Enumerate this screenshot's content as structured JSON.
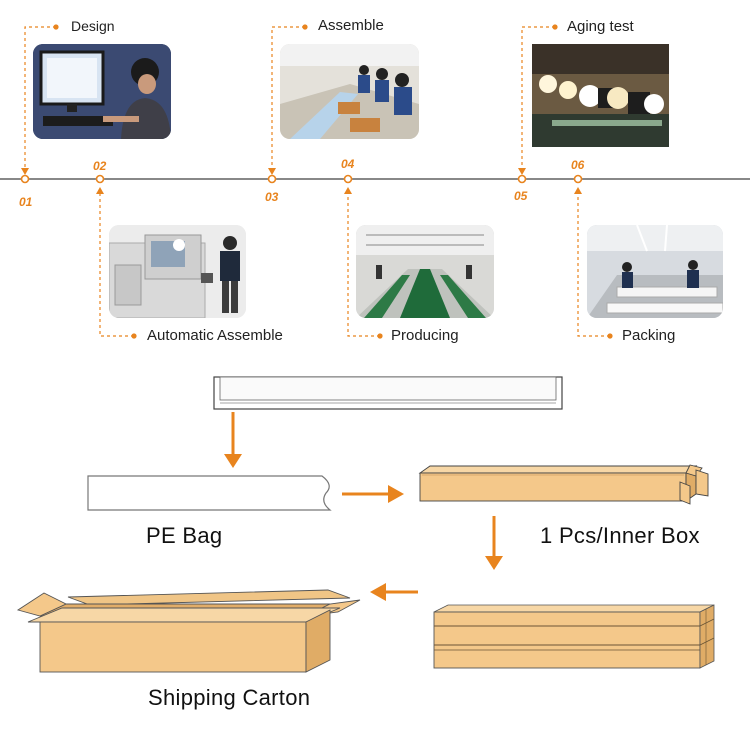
{
  "steps": [
    {
      "number": "01",
      "label": "Design"
    },
    {
      "number": "02",
      "label": "Automatic Assemble"
    },
    {
      "number": "03",
      "label": "Assemble"
    },
    {
      "number": "04",
      "label": "Producing"
    },
    {
      "number": "05",
      "label": "Aging test"
    },
    {
      "number": "06",
      "label": "Packing"
    }
  ],
  "packaging": {
    "pe_bag": "PE Bag",
    "inner_box": "1 Pcs/Inner Box",
    "carton": "Shipping Carton"
  },
  "colors": {
    "accent": "#e8841e",
    "box": "#f4c88a",
    "box_dark": "#e0ac66",
    "line": "#111111"
  }
}
